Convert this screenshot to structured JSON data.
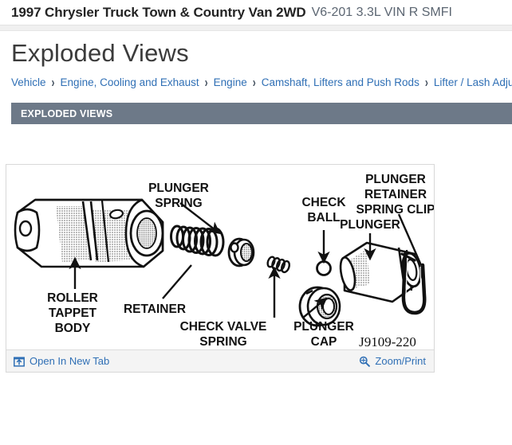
{
  "header": {
    "vehicle": "1997 Chrysler Truck Town & Country Van 2WD",
    "engine": "V6-201 3.3L VIN R SMFI"
  },
  "page": {
    "title": "Exploded Views"
  },
  "breadcrumb": {
    "separator": "›",
    "items": [
      {
        "label": "Vehicle"
      },
      {
        "label": "Engine, Cooling and Exhaust"
      },
      {
        "label": "Engine"
      },
      {
        "label": "Camshaft, Lifters and Push Rods"
      },
      {
        "label": "Lifter / Lash Adjuster"
      }
    ]
  },
  "section": {
    "label": "EXPLODED VIEWS",
    "bar_color": "#6d7988"
  },
  "diagram": {
    "figure_number": "J9109-220",
    "callouts": [
      {
        "name": "plunger-spring",
        "lines": [
          "PLUNGER",
          "SPRING"
        ]
      },
      {
        "name": "check-ball",
        "lines": [
          "CHECK",
          "BALL"
        ]
      },
      {
        "name": "plunger",
        "lines": [
          "PLUNGER"
        ]
      },
      {
        "name": "plunger-retainer-spring-clip",
        "lines": [
          "PLUNGER",
          "RETAINER",
          "SPRING CLIP"
        ]
      },
      {
        "name": "roller-tappet-body",
        "lines": [
          "ROLLER",
          "TAPPET",
          "BODY"
        ]
      },
      {
        "name": "retainer",
        "lines": [
          "RETAINER"
        ]
      },
      {
        "name": "check-valve-spring",
        "lines": [
          "CHECK VALVE",
          "SPRING"
        ]
      },
      {
        "name": "plunger-cap",
        "lines": [
          "PLUNGER",
          "CAP"
        ]
      }
    ],
    "labels": {
      "plunger_spring_1": "PLUNGER",
      "plunger_spring_2": "SPRING",
      "check_ball_1": "CHECK",
      "check_ball_2": "BALL",
      "plunger": "PLUNGER",
      "clip_1": "PLUNGER",
      "clip_2": "RETAINER",
      "clip_3": "SPRING CLIP",
      "body_1": "ROLLER",
      "body_2": "TAPPET",
      "body_3": "BODY",
      "retainer": "RETAINER",
      "check_valve_1": "CHECK VALVE",
      "check_valve_2": "SPRING",
      "plunger_cap_1": "PLUNGER",
      "plunger_cap_2": "CAP"
    }
  },
  "footer": {
    "open_new_tab_label": "Open In New Tab",
    "open_new_tab_icon": "external-window-icon",
    "zoom_print_label": "Zoom/Print",
    "zoom_print_icon": "magnifier-icon",
    "link_color": "#2f6fb5"
  }
}
